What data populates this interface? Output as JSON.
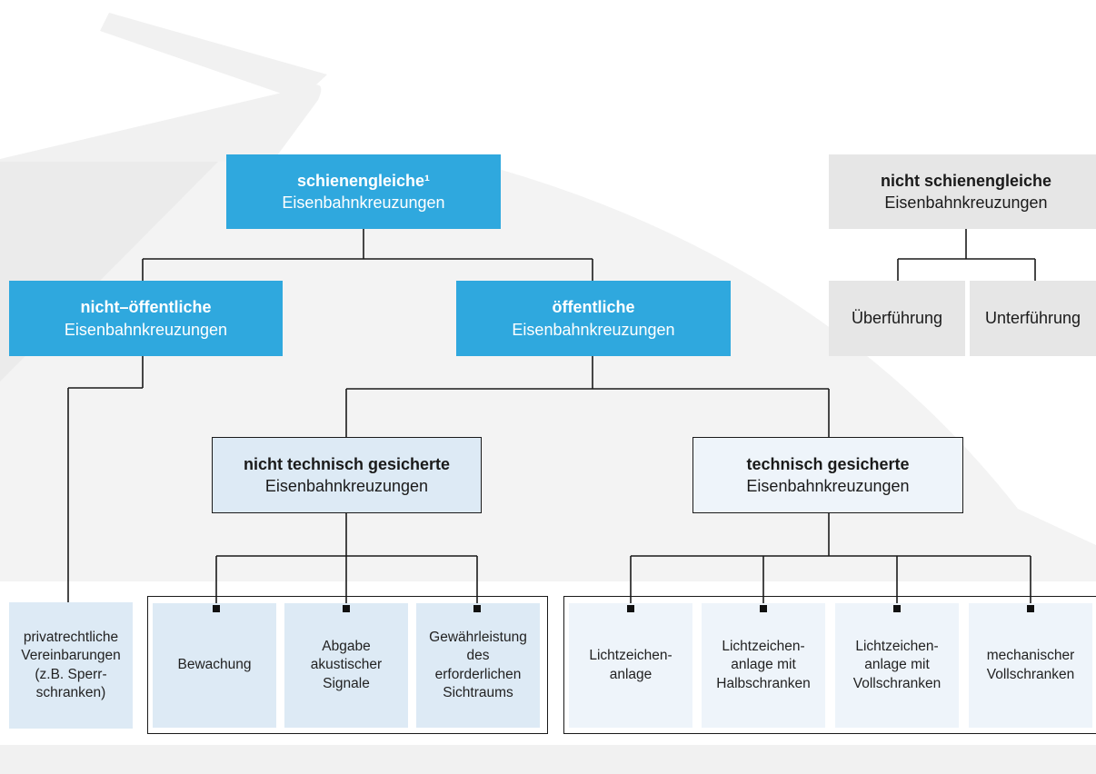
{
  "top_left": {
    "bold": "schienengleiche¹",
    "sub": "Eisenbahnkreuzungen"
  },
  "top_right": {
    "bold": "nicht schienengleiche",
    "sub": "Eisenbahnkreuzungen"
  },
  "ueberfuehrung": "Überführung",
  "unterfuehrung": "Unterführung",
  "nicht_oeffentliche": {
    "bold": "nicht–öffentliche",
    "sub": "Eisenbahnkreuzungen"
  },
  "oeffentliche": {
    "bold": "öffentliche",
    "sub": "Eisenbahnkreuzungen"
  },
  "nicht_technisch": {
    "bold": "nicht technisch gesicherte",
    "sub": "Eisenbahnkreuzungen"
  },
  "technisch": {
    "bold": "technisch gesicherte",
    "sub": "Eisenbahnkreuzungen"
  },
  "privat": [
    "privatrechtliche",
    "Vereinbarungen",
    "(z.B. Sperr-",
    "schranken)"
  ],
  "nicht_technisch_leaves": [
    [
      "Bewachung"
    ],
    [
      "Abgabe",
      "akustischer",
      "Signale"
    ],
    [
      "Gewährleistung",
      "des",
      "erforderlichen",
      "Sichtraums"
    ]
  ],
  "technisch_leaves": [
    [
      "Lichtzeichen-",
      "anlage"
    ],
    [
      "Lichtzeichen-",
      "anlage mit",
      "Halbschranken"
    ],
    [
      "Lichtzeichen-",
      "anlage mit",
      "Vollschranken"
    ],
    [
      "mechanischer",
      "Vollschranken"
    ]
  ]
}
